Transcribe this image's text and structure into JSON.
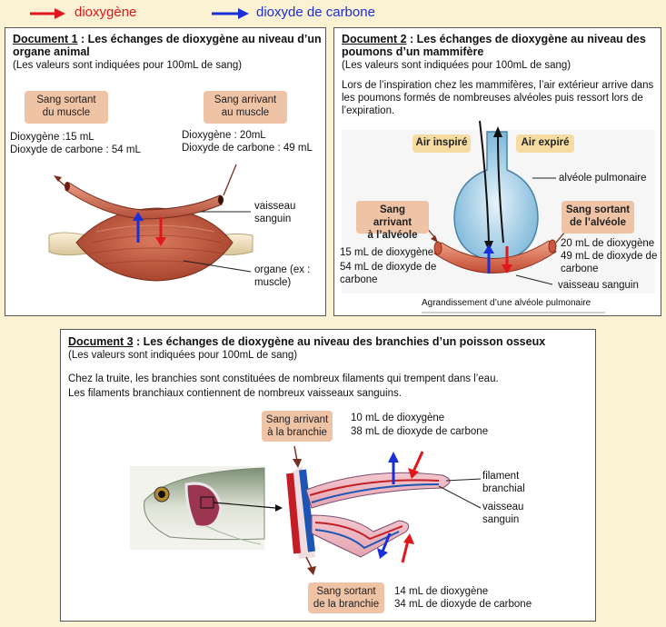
{
  "legend": {
    "oxygen": "dioxygène",
    "co2": "dioxyde de carbone",
    "oxygen_color": "#e0181c",
    "co2_color": "#1a2fd8"
  },
  "doc1": {
    "num": "Document 1",
    "title_rest": " : Les échanges de dioxygène au niveau d’un organe animal",
    "note": "(Les valeurs sont indiquées pour 100mL de sang)",
    "tag_out_l1": "Sang sortant",
    "tag_out_l2": "du muscle",
    "tag_in_l1": "Sang arrivant",
    "tag_in_l2": "au muscle",
    "out_o2": "Dioxygène :15 mL",
    "out_co2": "Dioxyde de carbone : 54 mL",
    "in_o2": "Dioxygène : 20mL",
    "in_co2": "Dioxyde de carbone : 49 mL",
    "label_vessel_l1": "vaisseau",
    "label_vessel_l2": "sanguin",
    "label_organ_l1": "organe (ex :",
    "label_organ_l2": "muscle)"
  },
  "doc2": {
    "num": "Document 2",
    "title_rest": " : Les échanges de dioxygène au niveau des poumons d’un mammifère",
    "note": "(Les valeurs sont indiquées pour 100mL de sang)",
    "para": "Lors de l’inspiration chez les mammifères, l’air extérieur arrive dans les poumons formés de nombreuses alvéoles puis ressort lors de l’expiration.",
    "air_in": "Air inspiré",
    "air_out": "Air expiré",
    "label_alveole": "alvéole pulmonaire",
    "tag_in_l1": "Sang arrivant",
    "tag_in_l2": "à l’alvéole",
    "tag_out_l1": "Sang sortant",
    "tag_out_l2": "de l’alvéole",
    "in_o2": "15 mL de dioxygène",
    "in_co2_l1": "54 mL de dioxyde de",
    "in_co2_l2": "carbone",
    "out_o2": "20 mL de dioxygène",
    "out_co2_l1": "49 mL de dioxyde de",
    "out_co2_l2": "carbone",
    "label_vessel": "vaisseau sanguin",
    "caption": "Agrandissement d’une alvéole pulmonaire"
  },
  "doc3": {
    "num": "Document 3",
    "title_rest": " : Les échanges de dioxygène au niveau des branchies d’un poisson osseux",
    "note": "(Les valeurs sont indiquées pour 100mL de sang)",
    "para_l1": "Chez la truite, les branchies sont constituées de nombreux filaments qui trempent dans l’eau.",
    "para_l2": "Les filaments branchiaux contiennent de nombreux vaisseaux sanguins.",
    "tag_in_l1": "Sang arrivant",
    "tag_in_l2": "à la branchie",
    "in_o2": "10 mL de dioxygène",
    "in_co2": "38 mL de dioxyde de carbone",
    "tag_out_l1": "Sang sortant",
    "tag_out_l2": "de la branchie",
    "out_o2": "14 mL de dioxygène",
    "out_co2": "34 mL de dioxyde de carbone",
    "label_filament_l1": "filament",
    "label_filament_l2": "branchial",
    "label_vessel_l1": "vaisseau",
    "label_vessel_l2": "sanguin"
  }
}
